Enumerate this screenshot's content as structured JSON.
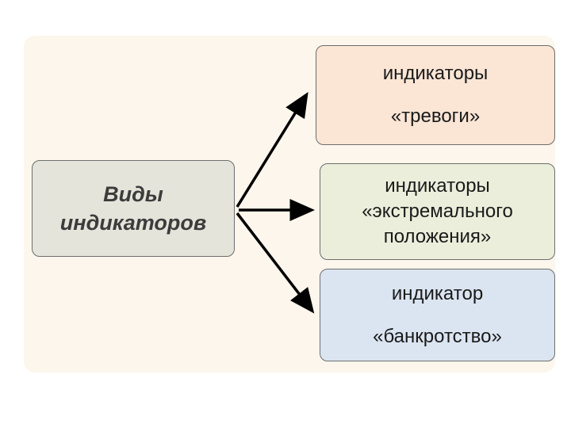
{
  "slide": {
    "background_color": "#ffffff",
    "panel_background_color": "#fcf6ec"
  },
  "diagram": {
    "arrow_color": "#000000",
    "root": {
      "id": "types-of-indicators",
      "lines": [
        "Виды",
        "индикаторов"
      ],
      "background": "#e4e4da",
      "border": "#6e6e6e"
    },
    "nodes": [
      {
        "id": "alarm-indicators",
        "lines": [
          "индикаторы",
          "«тревоги»"
        ],
        "background": "#fbe5d5",
        "border": "#6e6e6e"
      },
      {
        "id": "extreme-position-indicators",
        "lines": [
          "индикаторы",
          "«экстремального",
          "положения»"
        ],
        "background": "#eaeedb",
        "border": "#6e6e6e"
      },
      {
        "id": "bankruptcy-indicator",
        "lines": [
          "индикатор",
          "«банкротство»"
        ],
        "background": "#dbe5f1",
        "border": "#6e6e6e"
      }
    ]
  }
}
